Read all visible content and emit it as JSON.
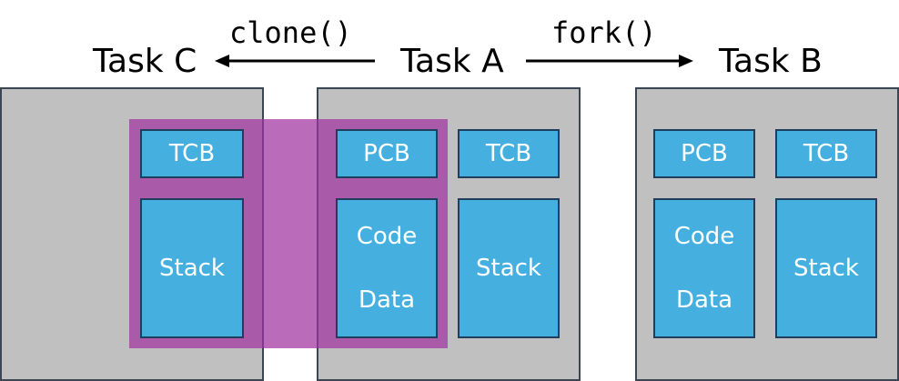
{
  "operations": {
    "clone": "clone()",
    "fork": "fork()"
  },
  "tasks": {
    "c": {
      "title": "Task C",
      "tcb": "TCB",
      "stack": "Stack"
    },
    "a": {
      "title": "Task A",
      "pcb": "PCB",
      "tcb": "TCB",
      "code": "Code",
      "data": "Data",
      "stack": "Stack"
    },
    "b": {
      "title": "Task B",
      "pcb": "PCB",
      "tcb": "TCB",
      "code": "Code",
      "data": "Data",
      "stack": "Stack"
    }
  },
  "colors": {
    "task_fill": "#c0c0c0",
    "block_fill": "#45b0e0",
    "shared_overlay": "#a032a0"
  }
}
